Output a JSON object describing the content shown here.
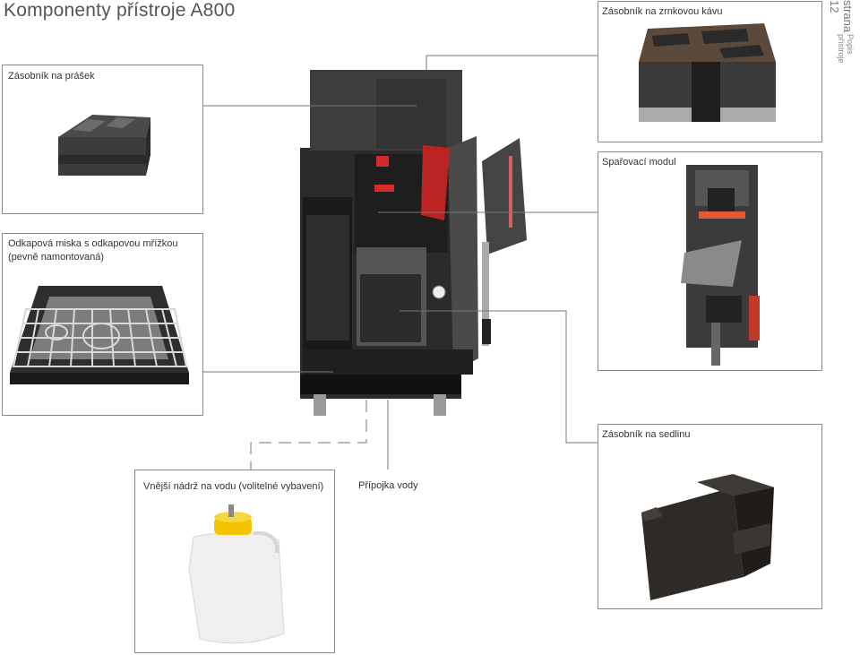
{
  "page": {
    "title": "Komponenty přístroje A800",
    "page_number": "strana 12",
    "section": "Popis přístroje"
  },
  "components": {
    "powder": "Zásobník na prášek",
    "bean": "Zásobník na zrnkovou kávu",
    "brew": "Spařovací modul",
    "drip_line1": "Odkapová miska s odkapovou mřížkou",
    "drip_line2": "(pevně namontovaná)",
    "grounds": "Zásobník na sedlinu",
    "tank": "Vnější nádrž na vodu (volitelné vybavení)",
    "water": "Přípojka vody"
  },
  "colors": {
    "frame": "#8a8a8a",
    "leader": "#777777",
    "machine_dark": "#2b2b2b",
    "accent_red": "#d42a2a",
    "cap_yellow": "#f4c400"
  }
}
